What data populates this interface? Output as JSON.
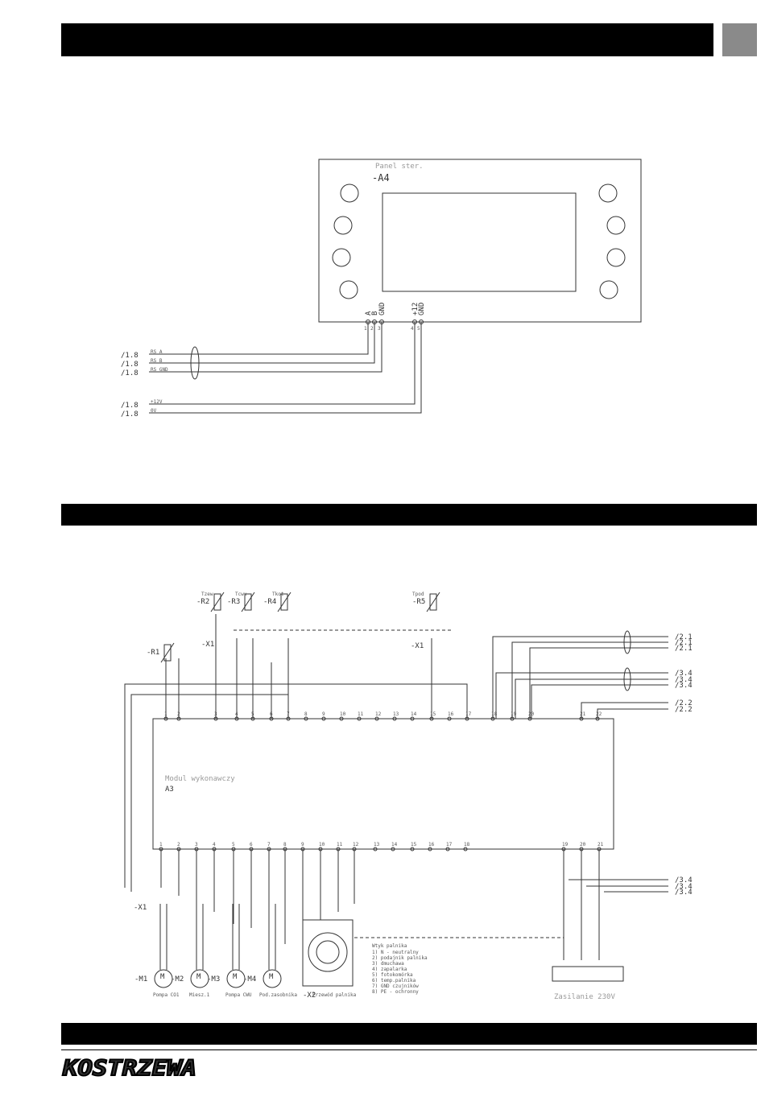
{
  "header": {
    "tab_color": "#8a8a8a",
    "bar_color": "#000000"
  },
  "panel": {
    "designator": "-A4",
    "caption": "Panel ster.",
    "term_labels": [
      "A",
      "B",
      "GND",
      "+12",
      "GND"
    ],
    "term_numbers": [
      "1",
      "2",
      "3",
      "4",
      "5"
    ],
    "refs": [
      "/1.8",
      "/1.8",
      "/1.8",
      "/1.8",
      "/1.8"
    ],
    "wire_labels": [
      "RS A",
      "RS B",
      "RS GND",
      "+12V",
      "0V"
    ]
  },
  "module": {
    "designator": "A3",
    "caption": "Modul wykonawczy",
    "sensors": [
      "-R1",
      "-R2",
      "-R3",
      "-R4",
      "-R5"
    ],
    "sensor_tags": [
      "Tzew",
      "Tcwu",
      "Tkot",
      "Tpod"
    ],
    "terminal_block": "-X1",
    "motors": [
      "-M1",
      "-M2",
      "-M3",
      "-M4"
    ],
    "motor_captions": [
      "Pompa CO1",
      "Miesz.1",
      "Pompa CWU",
      "Pod.zasobnika",
      "Przewód palnika"
    ],
    "connector": "-X2",
    "legend_title": "Wtyk palnika",
    "legend_items": [
      "1) N - neutralny",
      "2) podajnik palnika",
      "3) dmuchawa",
      "4) zapalarka",
      "5) fotokomórka",
      "6) temp.palnika",
      "7) GND czujników",
      "8) PE - ochronny"
    ],
    "supply_label": "Zasilanie 230V",
    "refs_right": [
      "/2.1",
      "/2.1",
      "/2.1",
      "/3.4",
      "/3.4",
      "/3.4",
      "/2.2",
      "/2.2",
      "/3.4",
      "/3.4",
      "/3.4"
    ]
  },
  "footer": {
    "brand": "KOSTRZEWA"
  }
}
